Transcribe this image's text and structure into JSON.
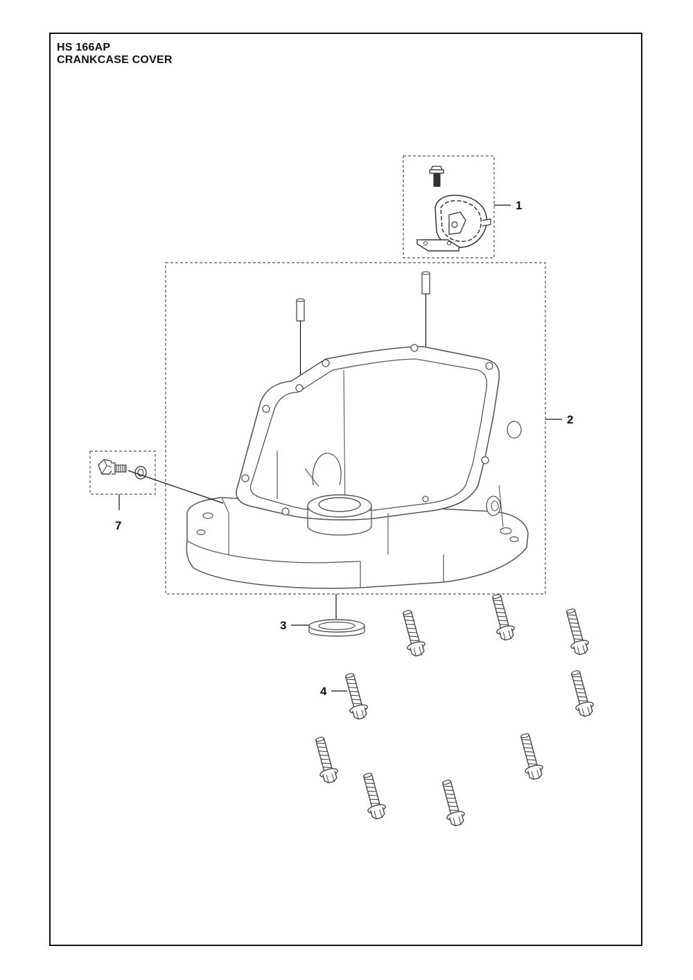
{
  "header": {
    "model": "HS 166AP",
    "section": "CRANKCASE COVER"
  },
  "callouts": [
    "1",
    "2",
    "3",
    "4",
    "7"
  ],
  "colors": {
    "line": "#111111",
    "part_stroke": "#555555",
    "background": "#ffffff"
  }
}
